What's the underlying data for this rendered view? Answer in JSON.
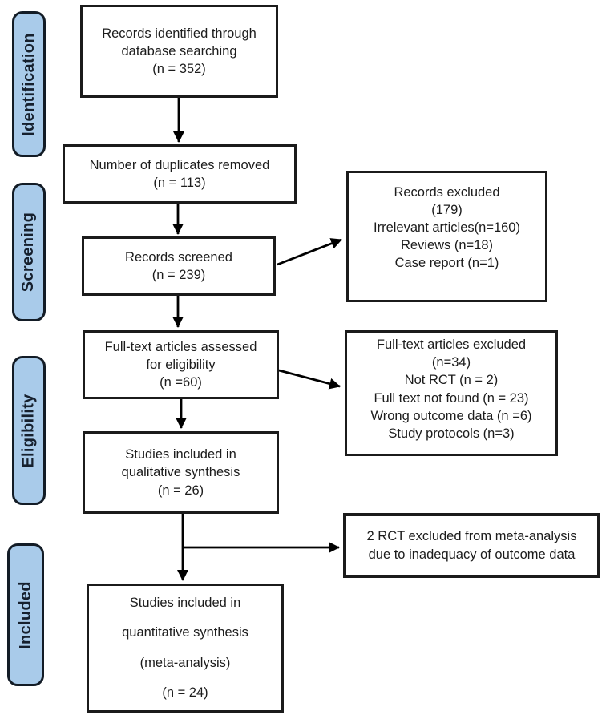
{
  "title": "PRISMA study selection flow diagram",
  "colors": {
    "stage_fill": "#a9cbea",
    "stage_border": "#131c26",
    "box_border": "#1b1b1b",
    "arrow": "#000000",
    "background": "#ffffff",
    "text": "#1c1c1c"
  },
  "stages": [
    {
      "label": "Identification"
    },
    {
      "label": "Screening"
    },
    {
      "label": "Eligibility"
    },
    {
      "label": "Included"
    }
  ],
  "boxes": {
    "records_identified": {
      "lines": [
        "Records identified through",
        "database searching",
        "(n = 352)"
      ]
    },
    "duplicates_removed": {
      "lines": [
        "Number of duplicates removed",
        "(n = 113)"
      ]
    },
    "records_screened": {
      "lines": [
        "Records screened",
        "(n = 239)"
      ]
    },
    "records_excluded": {
      "lines": [
        "Records excluded",
        "(179)",
        "Irrelevant articles(n=160)",
        "Reviews (n=18)",
        "Case report (n=1)"
      ]
    },
    "fulltext_assessed": {
      "lines": [
        "Full-text articles assessed",
        "for eligibility",
        "(n =60)"
      ]
    },
    "fulltext_excluded": {
      "lines": [
        "Full-text articles excluded",
        "(n=34)",
        "Not RCT (n = 2)",
        "Full text not found (n = 23)",
        "Wrong outcome data (n =6)",
        "Study protocols (n=3)"
      ]
    },
    "qualitative_synthesis": {
      "lines": [
        "Studies included in",
        "qualitative synthesis",
        "(n = 26)"
      ]
    },
    "meta_analysis_excluded": {
      "lines": [
        "2 RCT excluded from meta-analysis",
        "due to inadequacy of outcome data"
      ]
    },
    "quantitative_synthesis": {
      "lines": [
        "Studies included in",
        "quantitative synthesis",
        "(meta-analysis)",
        "(n = 24)"
      ]
    }
  }
}
